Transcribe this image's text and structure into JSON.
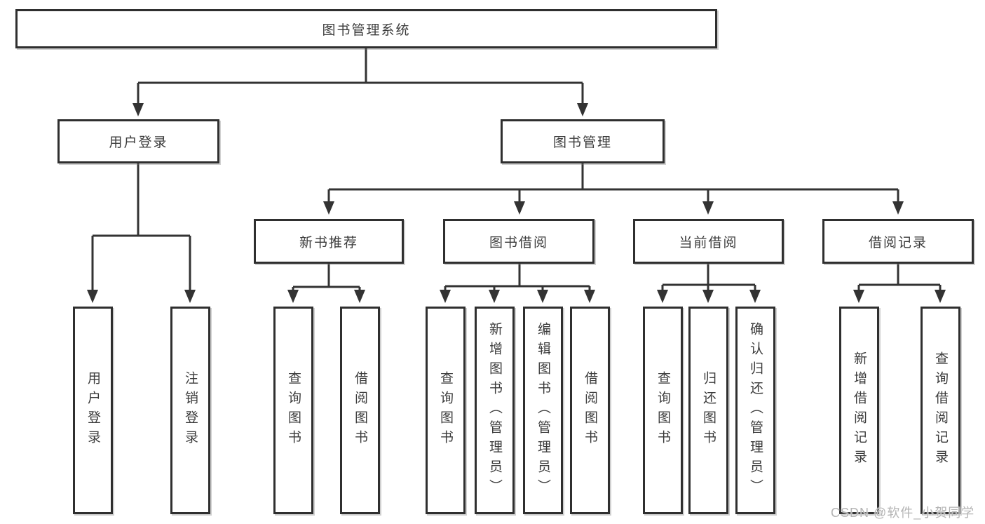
{
  "tree": {
    "root": {
      "label": "图书管理系统"
    },
    "branches": [
      {
        "label": "用户登录",
        "children": [
          {
            "label": "用户登录"
          },
          {
            "label": "注销登录"
          }
        ]
      },
      {
        "label": "图书管理",
        "children": [
          {
            "label": "新书推荐",
            "children": [
              {
                "label": "查询图书"
              },
              {
                "label": "借阅图书"
              }
            ]
          },
          {
            "label": "图书借阅",
            "children": [
              {
                "label": "查询图书"
              },
              {
                "label": "新增图书（管理员）"
              },
              {
                "label": "编辑图书（管理员）"
              },
              {
                "label": "借阅图书"
              }
            ]
          },
          {
            "label": "当前借阅",
            "children": [
              {
                "label": "查询图书"
              },
              {
                "label": "归还图书"
              },
              {
                "label": "确认归还（管理员）"
              }
            ]
          },
          {
            "label": "借阅记录",
            "children": [
              {
                "label": "新增借阅记录"
              },
              {
                "label": "查询借阅记录"
              }
            ]
          }
        ]
      }
    ]
  },
  "watermark": {
    "text": "CSDN @软件_小贺同学"
  },
  "colors": {
    "background": "#ffffff",
    "line": "#333333",
    "box_border": "#2f2f2f",
    "box_fill": "#ffffff",
    "text": "#3b3b3b",
    "watermark": "#b4b4b4"
  }
}
